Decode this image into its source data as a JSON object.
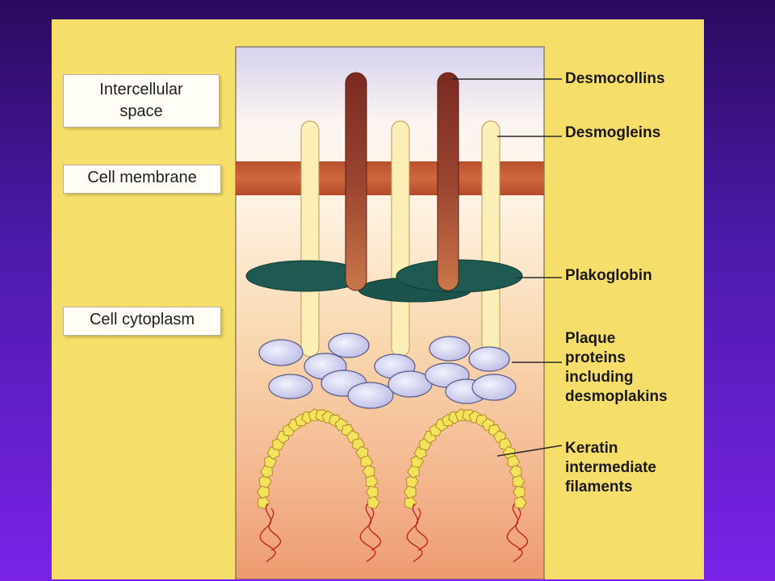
{
  "side_labels": {
    "intercellular_space": "Intercellular\nspace",
    "cell_membrane": "Cell membrane",
    "cell_cytoplasm": "Cell cytoplasm"
  },
  "callouts": {
    "desmocollins": "Desmocollins",
    "desmogleins": "Desmogleins",
    "plakoglobin": "Plakoglobin",
    "plaque_proteins": "Plaque\nproteins\nincluding\ndesmoplakins",
    "keratin": "Keratin\nintermediate\nfilaments"
  },
  "colors": {
    "background_purple": "#5a1ac0",
    "panel_yellow": "#f6de6a",
    "membrane": "#c45a36",
    "desmocollin": "#8a3424",
    "desmoglein": "#f8e9a8",
    "plakoglobin": "#1e5a52",
    "plaque_protein": "#d8d8f2",
    "keratin_bead": "#f4e35a"
  }
}
